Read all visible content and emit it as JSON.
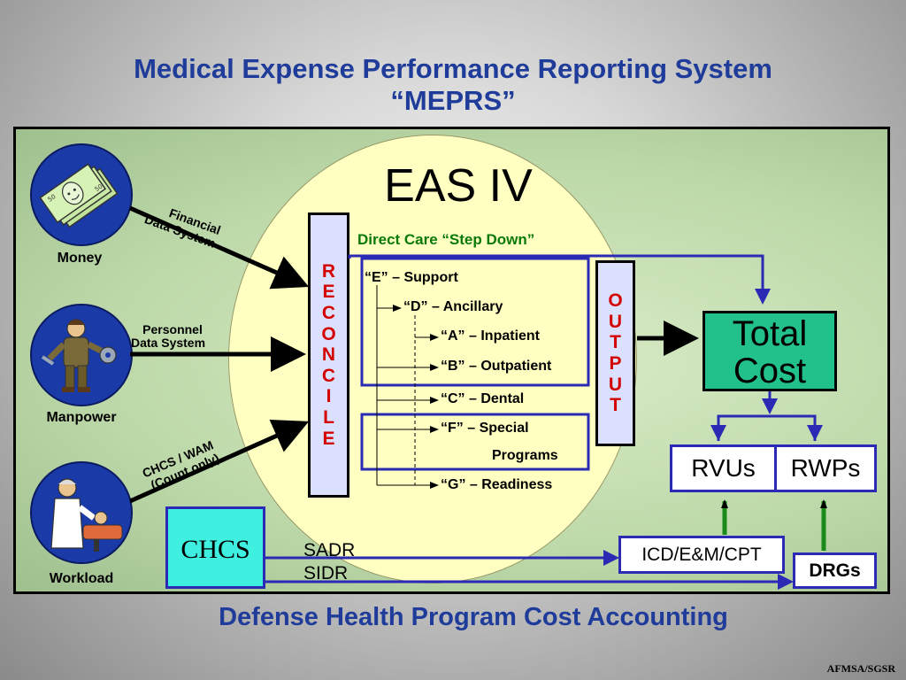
{
  "title": {
    "line1": "Medical Expense Performance Reporting System",
    "line2": "“MEPRS”"
  },
  "eas": "EAS IV",
  "reconcile_letters": [
    "R",
    "E",
    "C",
    "O",
    "N",
    "C",
    "I",
    "L",
    "E"
  ],
  "output_letters": [
    "O",
    "U",
    "T",
    "P",
    "U",
    "T"
  ],
  "step_down_title": "Direct Care “Step Down”",
  "step_items": {
    "e": "“E” – Support",
    "d": "“D” – Ancillary",
    "a": "“A” – Inpatient",
    "b": "“B” – Outpatient",
    "c": "“C” – Dental",
    "f1": "“F” – Special",
    "f2": "Programs",
    "g": "“G” – Readiness"
  },
  "inputs": {
    "money": "Money",
    "manpower": "Manpower",
    "workload": "Workload",
    "financial_line1": "Financial",
    "financial_line2": "Data System",
    "personnel_line1": "Personnel",
    "personnel_line2": "Data System",
    "chcs_line1": "CHCS / WAM",
    "chcs_line2": "(Count only)"
  },
  "total_cost_line1": "Total",
  "total_cost_line2": "Cost",
  "rvus": "RVUs",
  "rwps": "RWPs",
  "icd": "ICD/E&M/CPT",
  "drgs": "DRGs",
  "chcs": "CHCS",
  "sadr": "SADR",
  "sidr": "SIDR",
  "footer": "Defense Health Program Cost Accounting",
  "credit": "AFMSA/SGSR",
  "colors": {
    "title_blue": "#1f3c9a",
    "arrow_blue": "#2a2ab4",
    "reconcile_red": "#d40000",
    "total_green": "#22c08a",
    "chcs_cyan": "#3ff0e0",
    "ellipse_yellow": "#ffffc2"
  }
}
